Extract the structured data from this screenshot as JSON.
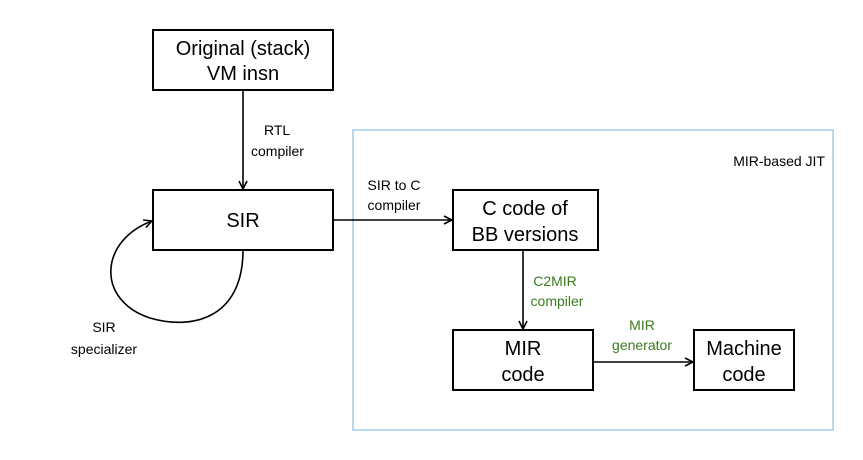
{
  "colors": {
    "box_stroke": "#000000",
    "arrow": "#000000",
    "jit_region_stroke": "#b8d8ee",
    "label_black": "#000000",
    "label_green": "#3a7a1f"
  },
  "jit_region": {
    "label": "MIR-based JIT"
  },
  "nodes": {
    "original": {
      "line1": "Original (stack)",
      "line2": "VM insn"
    },
    "sir": {
      "label": "SIR"
    },
    "c_code": {
      "line1": "C code of",
      "line2": "BB versions"
    },
    "mir_code": {
      "line1": "MIR",
      "line2": "code"
    },
    "machine_code": {
      "line1": "Machine",
      "line2": "code"
    }
  },
  "edges": {
    "rtl_compiler": {
      "line1": "RTL",
      "line2": "compiler"
    },
    "sir_to_c": {
      "line1": "SIR to C",
      "line2": "compiler"
    },
    "c2mir": {
      "line1": "C2MIR",
      "line2": "compiler"
    },
    "mir_generator": {
      "line1": "MIR",
      "line2": "generator"
    },
    "sir_specializer": {
      "line1": "SIR",
      "line2": "specializer"
    }
  }
}
